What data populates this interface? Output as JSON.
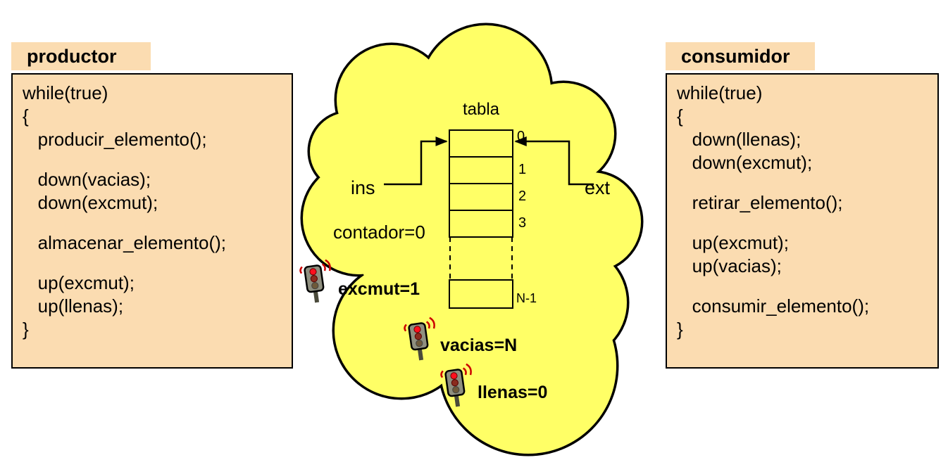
{
  "producer": {
    "title": "productor",
    "lines": [
      "while(true)",
      "{",
      "   producir_elemento();",
      "",
      "   down(vacias);",
      "   down(excmut);",
      "",
      "   almacenar_elemento();",
      "",
      "   up(excmut);",
      "   up(llenas);",
      "}"
    ]
  },
  "consumer": {
    "title": "consumidor",
    "lines": [
      "while(true)",
      "{",
      "   down(llenas);",
      "   down(excmut);",
      "",
      "   retirar_elemento();",
      "",
      "   up(excmut);",
      "   up(vacias);",
      "",
      "   consumir_elemento();",
      "}"
    ]
  },
  "diagram": {
    "table_label": "tabla",
    "ins_label": "ins",
    "ext_label": "ext",
    "counter_label": "contador=0",
    "indices": [
      "0",
      "1",
      "2",
      "3"
    ],
    "last_index": "N-1",
    "semaphores": [
      {
        "name": "excmut",
        "label": "excmut=1"
      },
      {
        "name": "vacias",
        "label": "vacias=N"
      },
      {
        "name": "llenas",
        "label": "llenas=0"
      }
    ],
    "colors": {
      "cloud": "#FFFF66",
      "panel": "#FBDCB1",
      "light_red": "#FF0F1E",
      "outline": "#000000"
    }
  }
}
